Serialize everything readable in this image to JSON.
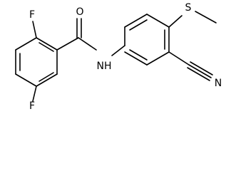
{
  "molecule": {
    "atom_labels": {
      "O": "O",
      "NH": "NH",
      "N": "N",
      "S": "S",
      "F_top": "F",
      "F_bottom": "F"
    }
  }
}
